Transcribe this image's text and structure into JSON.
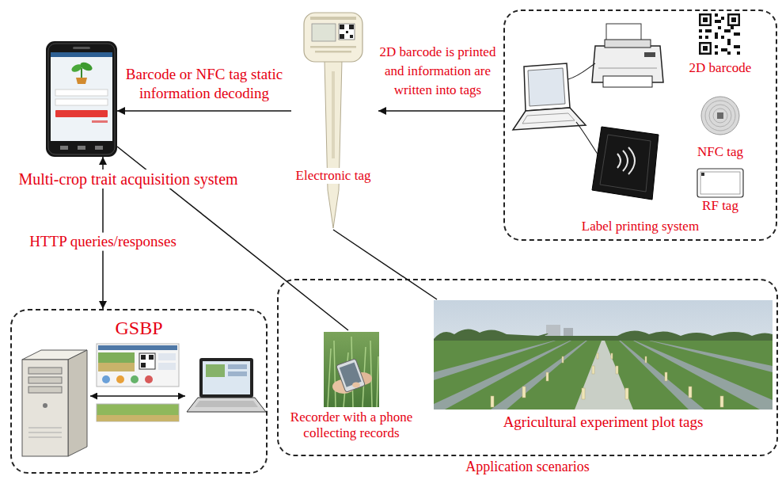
{
  "diagram": {
    "nodes": [
      {
        "text": [
          "Multi-crop trait acquisition system"
        ]
      },
      {
        "text": [
          "Electronic tag"
        ]
      },
      {
        "text": [
          "Label printing system"
        ]
      },
      {
        "text": [
          "2D barcode"
        ],
        "in": 2
      },
      {
        "text": [
          "NFC tag"
        ],
        "in": 2
      },
      {
        "text": [
          "RF tag"
        ],
        "in": 2
      },
      {
        "text": [
          "GSBP"
        ]
      },
      {
        "text": [
          "Application scenarios"
        ]
      },
      {
        "text": [
          "Recorder with a phone collecting records"
        ],
        "in": 7
      },
      {
        "text": [
          "Agricultural experiment plot tags"
        ],
        "in": 7
      }
    ],
    "edges": [
      {
        "from": 2,
        "to": 1,
        "arrow": "to",
        "label": "2D barcode is printed and information are written into tags"
      },
      {
        "from": 1,
        "to": 0,
        "arrow": "to",
        "label": "Barcode or NFC tag static information decoding"
      },
      {
        "from": 0,
        "to": 6,
        "arrow": "both",
        "label": "HTTP queries/responses"
      },
      {
        "from": 0,
        "to": 8,
        "arrow": "none"
      },
      {
        "from": 1,
        "to": 9,
        "arrow": "none"
      }
    ]
  }
}
